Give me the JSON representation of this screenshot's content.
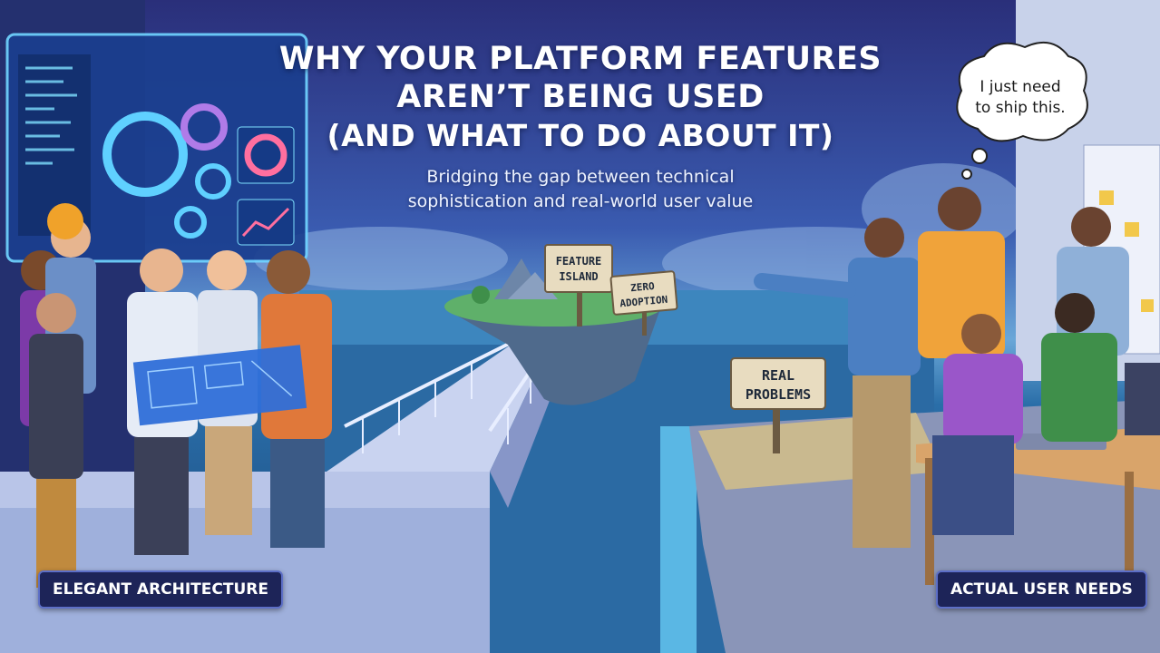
{
  "title": {
    "line1": "WHY YOUR PLATFORM FEATURES",
    "line2": "AREN’T BEING USED",
    "line3": "(AND WHAT TO DO ABOUT IT)"
  },
  "subtitle": {
    "line1": "Bridging the gap between technical",
    "line2": "sophistication and real-world user value"
  },
  "speech_bubble": {
    "line1": "I just need",
    "line2": "to ship this."
  },
  "signs": {
    "feature_island": [
      "FEATURE",
      "ISLAND"
    ],
    "zero_adoption": [
      "ZERO",
      "ADOPTION"
    ],
    "real_problems": [
      "REAL",
      "PROBLEMS"
    ]
  },
  "labels": {
    "left": "ELEGANT ARCHITECTURE",
    "right": "ACTUAL USER NEEDS"
  },
  "colors": {
    "sky_top": "#2a2f7a",
    "water": "#2a6ea8",
    "badge_bg": "#1d2458",
    "sign_bg": "#e8dcc0"
  }
}
